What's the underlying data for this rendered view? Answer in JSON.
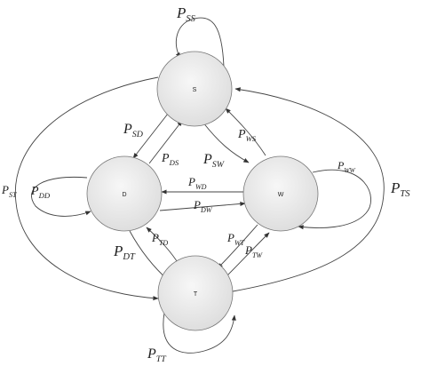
{
  "nodes": {
    "s": "S",
    "d": "D",
    "w": "W",
    "t": "T"
  },
  "edges": {
    "p_ss": {
      "main": "P",
      "sub": "SS"
    },
    "p_sd": {
      "main": "P",
      "sub": "SD"
    },
    "p_ds": {
      "main": "P",
      "sub": "DS"
    },
    "p_sw": {
      "main": "P",
      "sub": "SW"
    },
    "p_ws": {
      "main": "P",
      "sub": "WS"
    },
    "p_st": {
      "main": "P",
      "sub": "ST"
    },
    "p_ts": {
      "main": "P",
      "sub": "TS"
    },
    "p_dd": {
      "main": "P",
      "sub": "DD"
    },
    "p_wd": {
      "main": "P",
      "sub": "WD"
    },
    "p_dw": {
      "main": "P",
      "sub": "DW"
    },
    "p_ww": {
      "main": "P",
      "sub": "WW"
    },
    "p_dt": {
      "main": "P",
      "sub": "DT"
    },
    "p_td": {
      "main": "P",
      "sub": "TD"
    },
    "p_wt": {
      "main": "P",
      "sub": "WT"
    },
    "p_tw": {
      "main": "P",
      "sub": "TW"
    },
    "p_tt": {
      "main": "P",
      "sub": "TT"
    }
  }
}
